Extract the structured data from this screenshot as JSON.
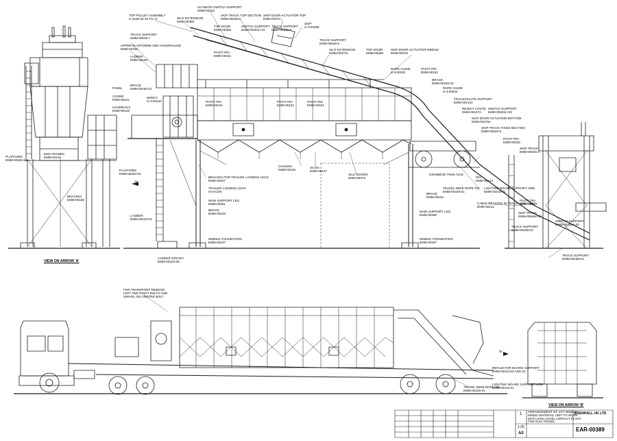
{
  "views": {
    "arrow_a": "VIEW ON ARROW 'A'",
    "arrow_b": "VIEW ON ARROW 'B'",
    "marker_a": "'A'",
    "marker_b": "'B'"
  },
  "labels": {
    "top_pulley": {
      "name": "TOP PULLEY ASSEMBLY",
      "code": "S-1648-15-10 TO 17"
    },
    "silo_ext_top": {
      "name": "SILO EXTENSION",
      "code": "EMM-00369"
    },
    "ultimate_switch": {
      "name": "ULTIMATE SWITCH SUPPORT",
      "code": "EMM-00232"
    },
    "skip_track_top": {
      "name": "SKIP TRACK TOP SECTION",
      "code": "EMM-00646-6"
    },
    "skip_door_act_top": {
      "name": "SKIP DOOR ACTUATOR-TOP",
      "code": "EMM-00374"
    },
    "skip_top": {
      "name": "SKIP",
      "code": "S-4-00398"
    },
    "top_door_1": {
      "name": "TOP DOOR",
      "code": "EMM-00368"
    },
    "switch_support_top": {
      "name": "SWITCH SUPPORT",
      "code": "EMM-00202A-01"
    },
    "track_support_top": {
      "name": "TRACK SUPPORT",
      "code": "EMM-00646-9"
    },
    "track_support_2": {
      "name": "TRACK SUPPORT",
      "code": "EMM-00646-8"
    },
    "silo_extension": {
      "name": "SILO EXTENSION",
      "code": "EMM-00370A"
    },
    "top_door_2": {
      "name": "TOP DOOR",
      "code": "EMM-00368"
    },
    "skip_door_act_mid": {
      "name": "SKIP DOOR ACTUATOR-MIDDLE",
      "code": "EMM-00375"
    },
    "track_support_left": {
      "name": "TRACK SUPPORT",
      "code": "EMM-00646-7"
    },
    "upper_platforms": {
      "name": "UPPER PLATFORMS AND HANDRAILING",
      "code": "EMM-00196"
    },
    "pivot_pin_top": {
      "name": "PIVOT PIN",
      "code": "EMM-00161"
    },
    "ladder_top": {
      "name": "LADDER",
      "code": "EMM-00195"
    },
    "rope_guide_1": {
      "name": "ROPE GUIDE",
      "code": "S-4-00302"
    },
    "pivot_pin_right": {
      "name": "PIVOT PIN",
      "code": "EMM-00161"
    },
    "brace_left": {
      "name": "BRACE",
      "code": "EMM-00180-01"
    },
    "panel": {
      "name": "PANEL",
      "code": ""
    },
    "brace_right": {
      "name": "BRACE",
      "code": "EMM-00180-02"
    },
    "rope_guide_2": {
      "name": "ROPE GUIDE",
      "code": "S-4-00302"
    },
    "cover": {
      "name": "COVER",
      "code": "EMM-00121"
    },
    "winch": {
      "name": "WINCH",
      "code": "S-4-00440"
    },
    "handrails": {
      "name": "HANDRAILS",
      "code": "EMM-00128"
    },
    "pivot_pin_a": {
      "name": "PIVOT PIN",
      "code": "EMM-00161"
    },
    "pivot_pin_b": {
      "name": "PIVOT PIN",
      "code": "EMM-00161"
    },
    "pivot_pin_c": {
      "name": "PIVOT PIN",
      "code": "EMM-00161"
    },
    "track_chute_support": {
      "name": "TRACK/CHUTE SUPPORT",
      "code": "EMM-00143A"
    },
    "reject_chute": {
      "name": "REJECT CHUTE",
      "code": "EMM-00137A"
    },
    "switch_support_mid": {
      "name": "SWITCH SUPPORT",
      "code": "EMM-00202A-02"
    },
    "skip_door_act_bottom": {
      "name": "SKIP DOOR ACTUATOR-BOTTOM",
      "code": "EMM-00376A"
    },
    "skip_track_fixed": {
      "name": "SKIP TRACK FIXED SECTION",
      "code": "EMM-00646-5"
    },
    "pivot_pin_d": {
      "name": "PIVOT PIN",
      "code": "EMM-00162"
    },
    "skip_track_right": {
      "name": "SKIP TRACK",
      "code": "EMM-00646-4"
    },
    "end_frames": {
      "name": "END FRAMES",
      "code": "EMM-00135"
    },
    "platform_left": {
      "name": "PLATFORM",
      "code": "EMM-00263-01"
    },
    "platform_mid": {
      "name": "PLATFORM",
      "code": "EMM-00263-04"
    },
    "chassis": {
      "name": "CHASSIS",
      "code": "EMM-00126"
    },
    "silos": {
      "name": "SILOS",
      "code": "EMM-00127"
    },
    "silo_doors": {
      "name": "SILO DOORS",
      "code": "EMM-00275"
    },
    "bracing_trailer": {
      "name": "BRACING FOR TRAILER LANDING LEGS",
      "code": "EMM-00267"
    },
    "trailer_legs": {
      "name": "TRAILER LANDING LEGS",
      "code": "HAACON"
    },
    "bracing_left": {
      "name": "BRACING",
      "code": "EMM-00185"
    },
    "main_support_legs": {
      "name": "MAIN SUPPORT LEG",
      "code": "EMM-00291"
    },
    "brace_bottom": {
      "name": "BRACE",
      "code": "EMM-00246"
    },
    "ladder_bottom": {
      "name": "LADDER",
      "code": "EMM-00120-01"
    },
    "mobile_foundation_1": {
      "name": "MOBILE FOUNDATION",
      "code": "EMM-00197"
    },
    "ladder_steady": {
      "name": "LADDER STEADY",
      "code": "EMM-00120-05"
    },
    "mobile_foundation_2": {
      "name": "MOBILE FOUNDATION",
      "code": "EMM-00197"
    },
    "main_support_leg_2": {
      "name": "MAIN SUPPORT LEG",
      "code": "EMM-00290"
    },
    "brace_mid": {
      "name": "BRACE",
      "code": "EMM-00233"
    },
    "grabbing_axle": {
      "name": "GRABBING TWIN AXLE",
      "code": ""
    },
    "pin": {
      "name": "PIN",
      "code": "EMM-00144"
    },
    "travel_wire_rope": {
      "name": "TRAVEL WIRE ROPE TIE",
      "code": "EMM-00226-01"
    },
    "lighting_board": {
      "name": "LIGHTING BOARD SUPPORT ARM",
      "code": "EMM-00215-01"
    },
    "cable_bracing": {
      "name": "CABLE BRACING IN TRACK. SEE ASSY.",
      "code": "EMM-00241"
    },
    "pivot_pin_e": {
      "name": "PIVOT PIN",
      "code": "EMM-00234"
    },
    "skip_track_lower": {
      "name": "SKIP TRACK",
      "code": "EMM-00646A-01"
    },
    "switch_support_low": {
      "name": "SWITCH SUPPORT",
      "code": "EMM-00202A-03"
    },
    "track_support_low": {
      "name": "TRACK SUPPORT",
      "code": "EMM-00189-02"
    },
    "track_support_bottom": {
      "name": "TRACK SUPPORT",
      "code": "EMM-00189-01"
    },
    "transport_note": {
      "name": "FOR TRANSPORT REMOVE LEFT AND RIGHT BOLTS AND SWIVEL ON CENTRE BOLT",
      "code": ""
    },
    "travel_wire_rope_2": {
      "name": "TRAVEL WIRE ROPE TIE",
      "code": "EMM-00226-01"
    },
    "reflector_board": {
      "name": "REFLECTOR BOARD SUPPORT",
      "code": "EMM-00124-03 AND 02"
    },
    "lighting_board_2": {
      "name": "LIGHTING BOARD SUPPORT ARM",
      "code": "EMM-00215-01"
    }
  },
  "title_block": {
    "company": "EDENHALL UK LTD",
    "title_lines": [
      "ARRANGEMENT OF 1OT MOBILE",
      "MIXED MATERIAL UNIT TO WORK",
      "WITH HIGH LEVEL ASPHALT PLANT",
      "FOR RAIL TRAVEL"
    ],
    "drawing_no": "EAR-00389",
    "scale": "1:25",
    "size": "A0",
    "rev": "1"
  },
  "colors": {
    "line": "#1a1a1a",
    "paper": "#ffffff"
  }
}
